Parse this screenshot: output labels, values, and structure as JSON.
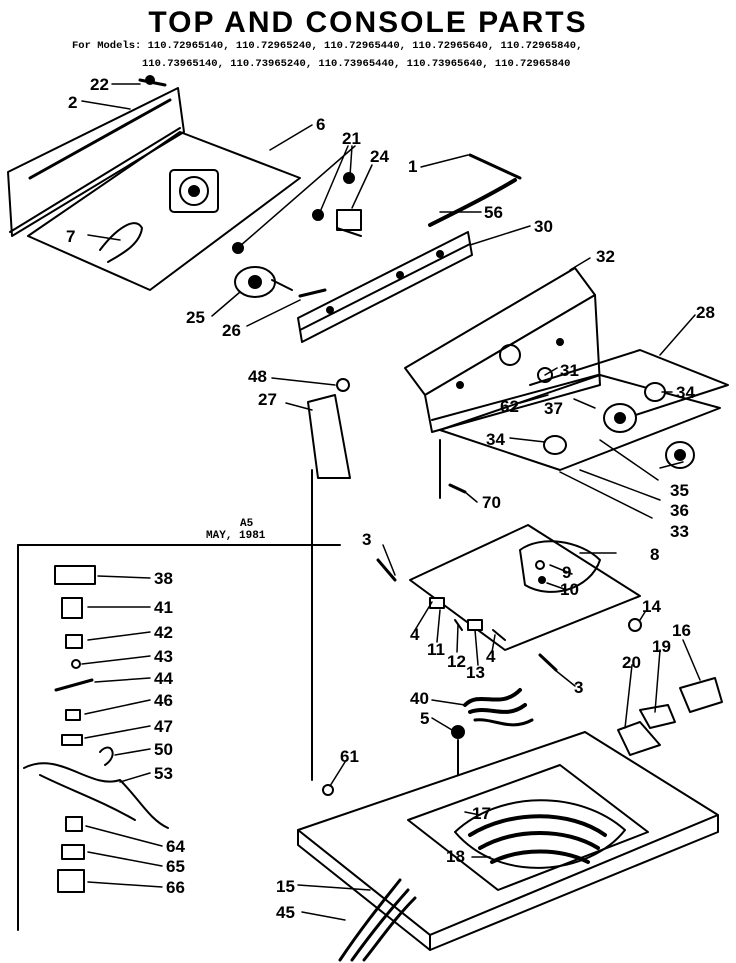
{
  "title": "TOP AND CONSOLE PARTS",
  "models_line1": "For Models: 110.72965140, 110.72965240, 110.72965440, 110.72965640, 110.72965840,",
  "models_line2": "110.73965140, 110.73965240, 110.73965440, 110.73965640, 110.72965840",
  "date_stamp_top": "A5",
  "date_stamp": "MAY, 1981",
  "callouts": {
    "c1": "1",
    "c2": "2",
    "c3a": "3",
    "c3b": "3",
    "c4a": "4",
    "c4b": "4",
    "c5": "5",
    "c6": "6",
    "c7": "7",
    "c8": "8",
    "c9": "9",
    "c10": "10",
    "c11": "11",
    "c12": "12",
    "c13": "13",
    "c14": "14",
    "c15": "15",
    "c16": "16",
    "c17": "17",
    "c18": "18",
    "c19": "19",
    "c20": "20",
    "c21": "21",
    "c22": "22",
    "c24": "24",
    "c25": "25",
    "c26": "26",
    "c27": "27",
    "c28": "28",
    "c30": "30",
    "c31": "31",
    "c32": "32",
    "c33": "33",
    "c34a": "34",
    "c34b": "34",
    "c35": "35",
    "c36": "36",
    "c37": "37",
    "c38": "38",
    "c40": "40",
    "c41": "41",
    "c42": "42",
    "c43": "43",
    "c44": "44",
    "c45": "45",
    "c46": "46",
    "c47": "47",
    "c48": "48",
    "c50": "50",
    "c53": "53",
    "c56": "56",
    "c61": "61",
    "c62": "62",
    "c64": "64",
    "c65": "65",
    "c66": "66",
    "c70": "70"
  }
}
